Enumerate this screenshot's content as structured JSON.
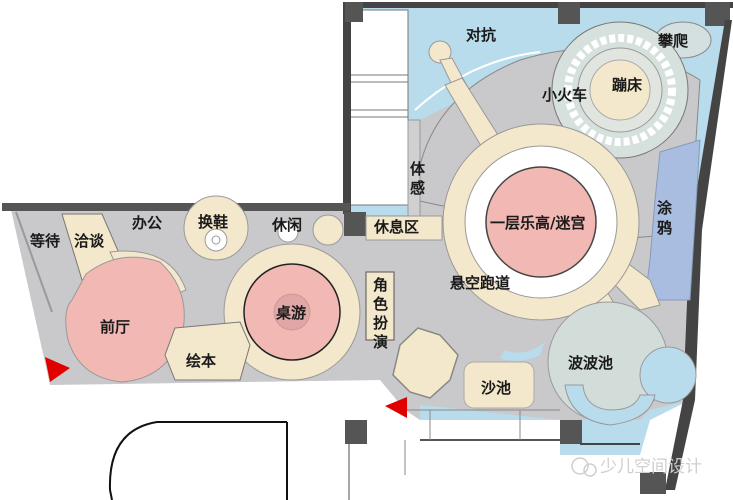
{
  "diagram": {
    "type": "floor-plan",
    "colors": {
      "corridor_gray": "#c9c9cc",
      "cream": "#f4e8cc",
      "pink": "#f2b8b4",
      "light_blue": "#b8dcec",
      "periwinkle": "#a9bde0",
      "wall_dark": "#555555",
      "entrance_marker": "#e00000",
      "background": "#ffffff"
    },
    "rooms": {
      "waiting": "等待",
      "negotiation": "洽谈",
      "office": "办公",
      "shoe_change": "换鞋",
      "leisure": "休闲",
      "rest_area": "休息区",
      "front_hall": "前厅",
      "board_games": "桌游",
      "picture_books": "绘本",
      "role_play": [
        "角",
        "色",
        "扮",
        "演"
      ],
      "motion_sensing": [
        "体",
        "感"
      ],
      "confrontation": "对抗",
      "climbing": "攀爬",
      "little_train": "小火车",
      "trampoline": "蹦床",
      "lego_maze": "一层乐高/迷宫",
      "graffiti": [
        "涂",
        "鸦"
      ],
      "sky_track": "悬空跑道",
      "ball_pool": "波波池",
      "sand_pool": "沙池"
    },
    "entrances": [
      {
        "label": "entrance-left"
      },
      {
        "label": "entrance-bottom"
      }
    ],
    "watermark": "少儿空间设计"
  }
}
